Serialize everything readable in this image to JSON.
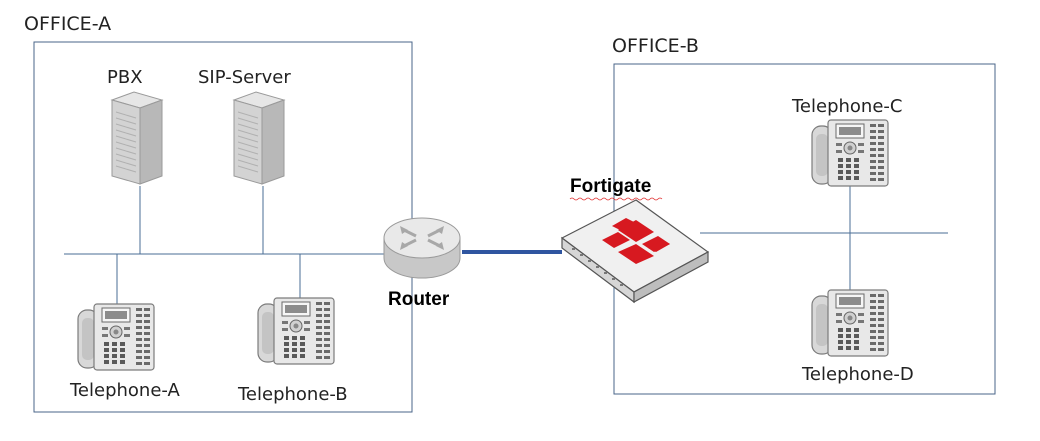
{
  "offices": {
    "a": {
      "label": "OFFICE-A"
    },
    "b": {
      "label": "OFFICE-B"
    }
  },
  "devices": {
    "pbx": {
      "label": "PBX",
      "icon": "server-tower-icon"
    },
    "sip_server": {
      "label": "SIP-Server",
      "icon": "server-tower-icon"
    },
    "router": {
      "label": "Router",
      "icon": "router-icon"
    },
    "fortigate": {
      "label": "Fortigate",
      "icon": "firewall-appliance-icon",
      "brand_color": "#d71920"
    },
    "telephone_a": {
      "label": "Telephone-A",
      "icon": "desk-phone-icon"
    },
    "telephone_b": {
      "label": "Telephone-B",
      "icon": "desk-phone-icon"
    },
    "telephone_c": {
      "label": "Telephone-C",
      "icon": "desk-phone-icon"
    },
    "telephone_d": {
      "label": "Telephone-D",
      "icon": "desk-phone-icon"
    }
  },
  "colors": {
    "box_border": "#4a6488",
    "lan_line": "#4a6e96",
    "wan_link": "#2f55a0"
  }
}
